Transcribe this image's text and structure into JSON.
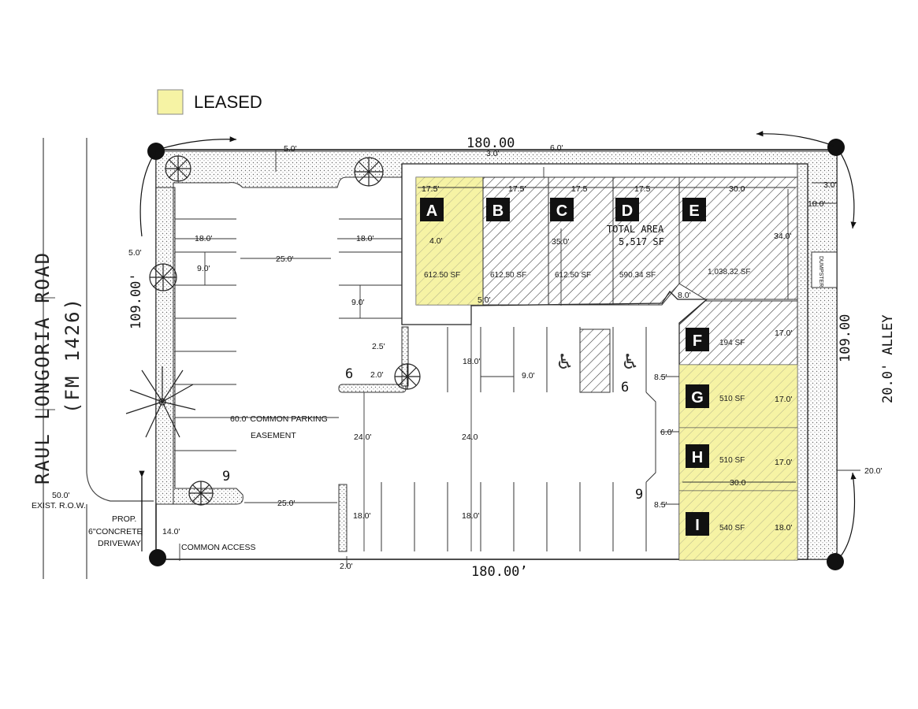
{
  "legend": {
    "label": "LEASED",
    "color": "#f6f3a4"
  },
  "frontage_dimension": "180.00",
  "rear_dimension": "180.00’",
  "side_dimension_left": "109.00'",
  "side_dimension_right": "109.00",
  "road": {
    "name": "RAUL LONGORIA ROAD",
    "alt": "(FM 1426)"
  },
  "alley": "20.0' ALLEY",
  "total_area": {
    "title": "TOTAL AREA",
    "value": "5,517 SF"
  },
  "units": [
    {
      "tag": "A",
      "area": "612.50 SF",
      "leased": true
    },
    {
      "tag": "B",
      "area": "612.50 SF",
      "leased": false
    },
    {
      "tag": "C",
      "area": "612.50 SF",
      "leased": false
    },
    {
      "tag": "D",
      "area": "590.34 SF",
      "leased": false
    },
    {
      "tag": "E",
      "area": "1,038.32 SF",
      "leased": false
    },
    {
      "tag": "F",
      "area": "194 SF",
      "leased": false
    },
    {
      "tag": "G",
      "area": "510 SF",
      "leased": true
    },
    {
      "tag": "H",
      "area": "510 SF",
      "leased": true
    },
    {
      "tag": "I",
      "area": "540 SF",
      "leased": true
    }
  ],
  "labels": {
    "common_parking": "60.0' COMMON PARKING",
    "easement": "EASEMENT",
    "common_access": "COMMON ACCESS",
    "prop": "PROP.",
    "concrete": "6\"CONCRETE",
    "driveway": "DRIVEWAY",
    "exist_row_dim": "50.0'",
    "exist_row": "EXIST. R.O.W.",
    "dumpster": "DUMPSTER",
    "count_6a": "6",
    "count_6b": "6",
    "count_9a": "9",
    "count_9b": "9"
  },
  "dims": {
    "d5_0_top": "5.0'",
    "d3_0_top": "3.0'",
    "d6_0_top": "6.0'",
    "d17_5a": "17.5'",
    "d17_5b": "17.5'",
    "d17_5c": "17.5",
    "d17_5d": "17.5",
    "d30_0_top": "30.0",
    "d3_0_right": "3.0'",
    "d10_0_right": "10.0'",
    "d4_0": "4.0'",
    "d35_0": "35.0'",
    "d34_0": "34.0'",
    "d5_0_mid": "5.0'",
    "d8_0": "8.0'",
    "d17_0_f": "17.0'",
    "d17_0_g": "17.0'",
    "d17_0_h": "17.0'",
    "d30_0_h": "30.0",
    "d18_0_i": "18.0'",
    "d18_0_left": "18.0'",
    "d18_0_mid": "18.0'",
    "d5_0_left": "5.0'",
    "d9_0_left": "9.0'",
    "d25_0_top": "25.0'",
    "d9_0_mid": "9.0'",
    "d2_5": "2.5'",
    "d2_0_island": "2.0'",
    "d18_0_c": "18.0'",
    "d9_0_c": "9.0'",
    "d8_5_top": "8.5'",
    "d6_0_mid": "6.0'",
    "d24_0a": "24.0'",
    "d24_0b": "24.0",
    "d18_0_bl": "18.0'",
    "d18_0_bm": "18.0'",
    "d25_0_bottom": "25.0'",
    "d14_0": "14.0'",
    "d8_5_bottom": "8.5'",
    "d2_0_bottom": "2.0'",
    "d20_0_right": "20.0'"
  }
}
